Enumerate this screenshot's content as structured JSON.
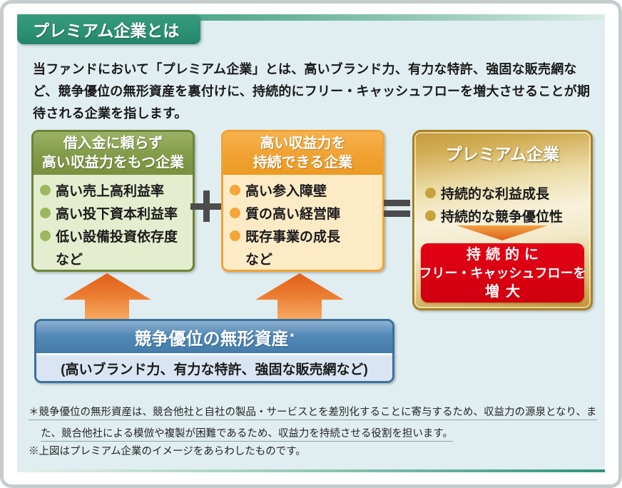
{
  "header": {
    "tab_label": "プレミアム企業とは"
  },
  "intro": {
    "text": "当ファンドにおいて「プレミアム企業」とは、高いブランド力、有力な特許、強固な販売網など、競争優位の無形資産を裏付けに、持続的にフリー・キャッシュフローを増大させることが期待される企業を指します。"
  },
  "diagram": {
    "left_box": {
      "title_line1": "借入金に頼らず",
      "title_line2": "高い収益力をもつ企業",
      "items": [
        "高い売上高利益率",
        "高い投下資本利益率",
        "低い設備投資依存度"
      ],
      "suffix": "など"
    },
    "middle_box": {
      "title_line1": "高い収益力を",
      "title_line2": "持続できる企業",
      "items": [
        "高い参入障壁",
        "質の高い経営陣",
        "既存事業の成長"
      ],
      "suffix": "など"
    },
    "result_box": {
      "title": "プレミアム企業",
      "items": [
        "持続的な利益成長",
        "持続的な競争優位性"
      ],
      "highlight_line1": "持続的に",
      "highlight_line2": "フリー・キャッシュフローを",
      "highlight_line3": "増大"
    },
    "operators": {
      "plus": "+",
      "equals": "="
    },
    "asset_box": {
      "title": "競争優位の無形資産",
      "title_note_mark": "*",
      "body": "(高いブランド力、有力な特許、強固な販売網など)"
    }
  },
  "footnotes": {
    "note1_marker": "＊",
    "note1_text": "競争優位の無形資産は、競合他社と自社の製品・サービスとを差別化することに寄与するため、収益力の源泉となり、また、競合他社による模倣や複製が困難であるため、収益力を持続させる役割を担います。",
    "note2_marker": "※",
    "note2_text": "上図はプレミアム企業のイメージをあらわしたものです。"
  },
  "colors": {
    "teal_accent": "#2d9174",
    "panel_bg": "#e1eef1",
    "green_border": "#6e8438",
    "green_body": "#e4edcd",
    "orange_border": "#efa437",
    "orange_body": "#fdebc6",
    "gold_border": "#a98120",
    "gold_light": "#f8f2dd",
    "result_red": "#d70012",
    "blue_border": "#39719e",
    "blue_header": "#4a81af",
    "blue_body": "#d9e5f3",
    "arrow_orange": "#e2611c",
    "operator_gray": "#4c4c4c"
  }
}
